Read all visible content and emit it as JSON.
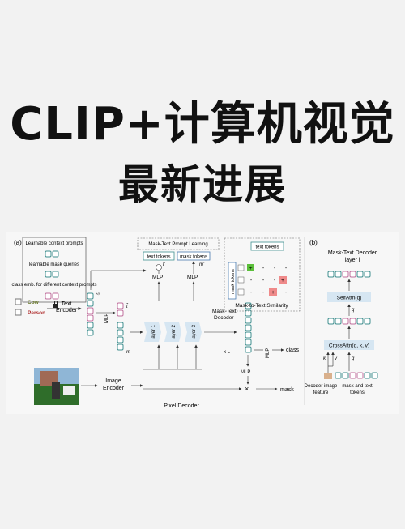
{
  "title": {
    "line1": "CLIP+计算机视觉",
    "line2": "最新进展"
  },
  "panel_a": {
    "label": "(a)",
    "legend": {
      "learnable_context": "Learnable context prompts",
      "learnable_mask": "learnable mask queries",
      "class_emb": "class emb. for different context prompts"
    },
    "classes": [
      "Cow",
      "Person"
    ],
    "text_encoder": "Text Encoder",
    "t0": "t⁰",
    "t_hat": "t̂",
    "mlp": "MLP",
    "mask_text_prompt": "Mask-Text Prompt Learning",
    "text_tokens": "text tokens",
    "mask_tokens": "mask tokens",
    "t_prime": "t'",
    "m_prime": "m'",
    "m": "m",
    "layers": [
      "layer 1",
      "layer 2",
      "layer 3"
    ],
    "decoder": "Mask-Text Decoder",
    "xl": "x L",
    "similarity": "Mask-to-Text Similarity",
    "class_out": "class",
    "mask_out": "mask",
    "image_encoder": "Image Encoder",
    "pixel_decoder": "Pixel Decoder",
    "matrix": [
      "-",
      "+"
    ]
  },
  "panel_b": {
    "label": "(b)",
    "title": "Mask-Text Decoder layer i",
    "self_attn": "SelfAttn(q)",
    "cross_attn": "CrossAttn(q, k, v)",
    "q": "q",
    "k": "k",
    "v": "v",
    "decoder_feature": "Decoder image feature",
    "mask_text_tokens": "mask and text tokens"
  },
  "colors": {
    "teal": "#3f8f8f",
    "pink": "#c06f9d",
    "green": "#5bbf3a",
    "red": "#ef8a8a",
    "blue_layer": "#d6e6f2"
  }
}
